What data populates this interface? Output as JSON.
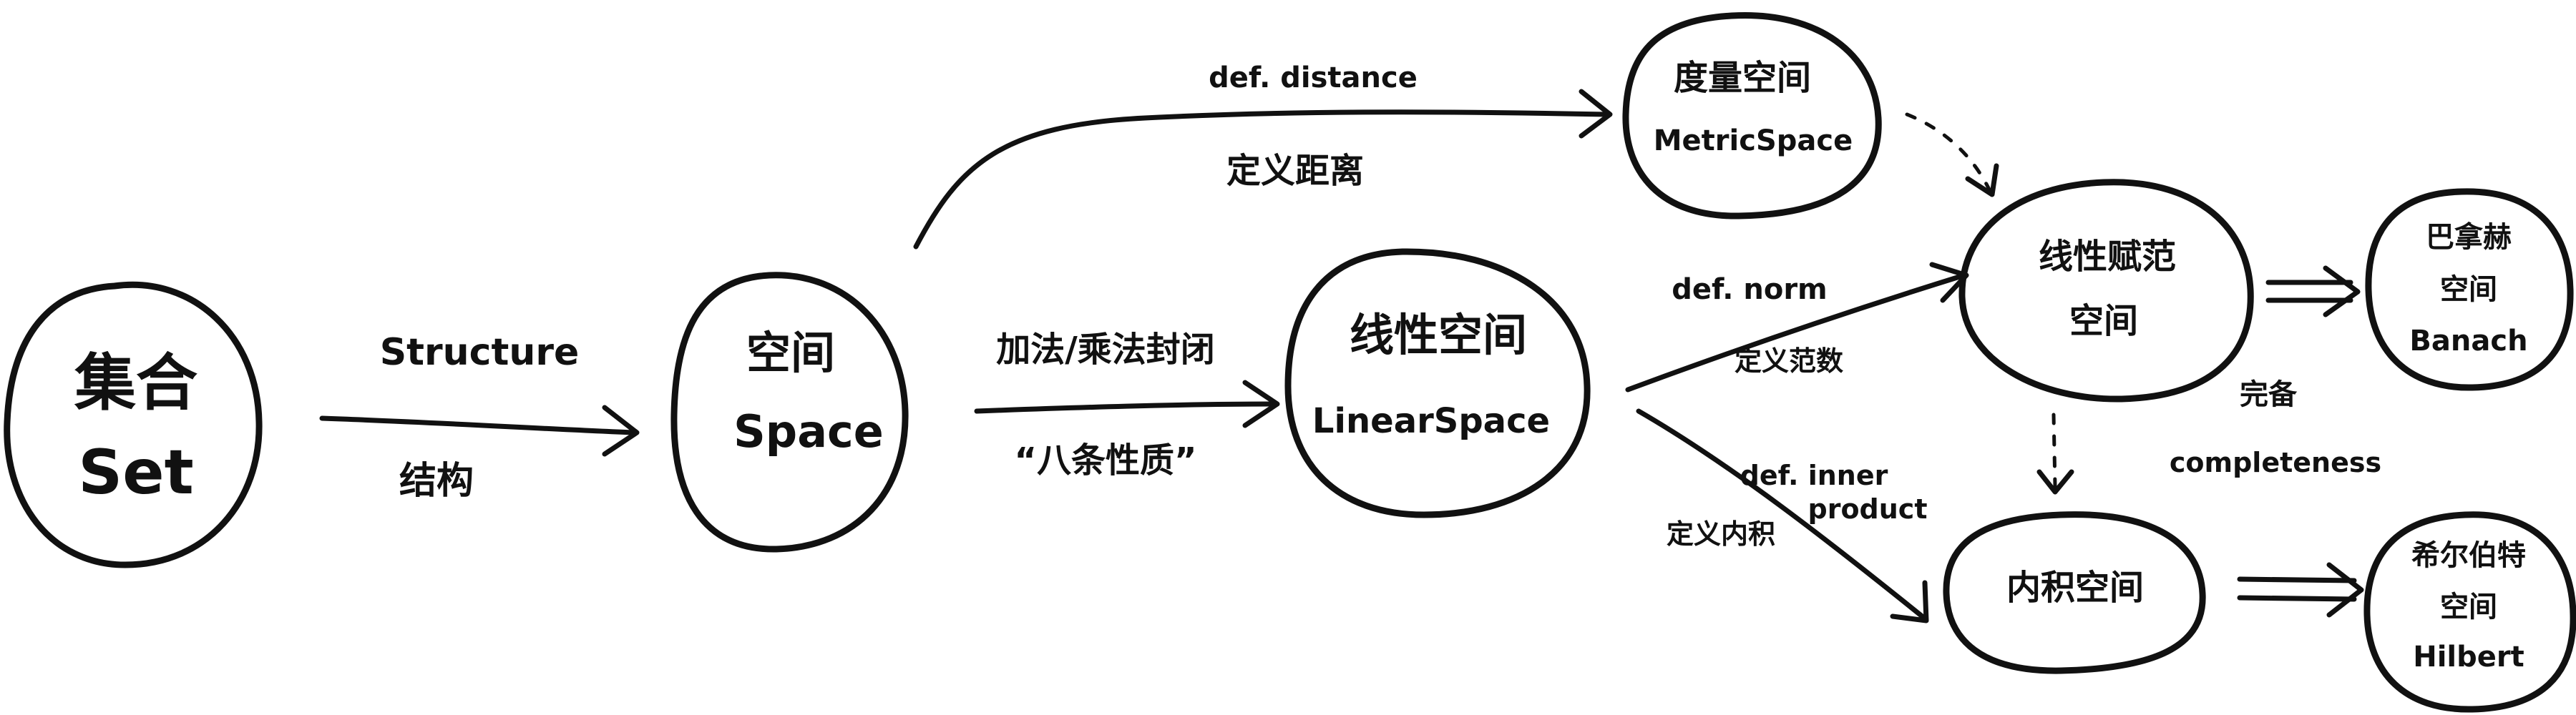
{
  "nodes": {
    "set": {
      "zh": "集合",
      "en": "Set"
    },
    "space": {
      "zh": "空间",
      "en": "Space"
    },
    "linear": {
      "zh": "线性空间",
      "en": "LinearSpace"
    },
    "metric": {
      "zh": "度量空间",
      "en": "MetricSpace"
    },
    "normed": {
      "zh": "线性赋范",
      "zh2": "空间"
    },
    "inner": {
      "zh": "内积空间"
    },
    "banach": {
      "zh": "巴拿赫",
      "zh2": "空间",
      "en": "Banach"
    },
    "hilbert": {
      "zh": "希尔伯特",
      "zh2": "空间",
      "en": "Hilbert"
    }
  },
  "edges": {
    "structure": {
      "en": "Structure",
      "zh": "结构"
    },
    "distance": {
      "en": "def. distance",
      "zh": "定义距离"
    },
    "linear_ops": {
      "zh": "加法/乘法封闭",
      "zh2": "“八条性质”"
    },
    "norm": {
      "en": "def. norm",
      "zh": "定义范数"
    },
    "inner_product": {
      "en": "def. inner",
      "en2": "product",
      "zh": "定义内积"
    },
    "completeness": {
      "zh": "完备",
      "en": "completeness"
    }
  }
}
